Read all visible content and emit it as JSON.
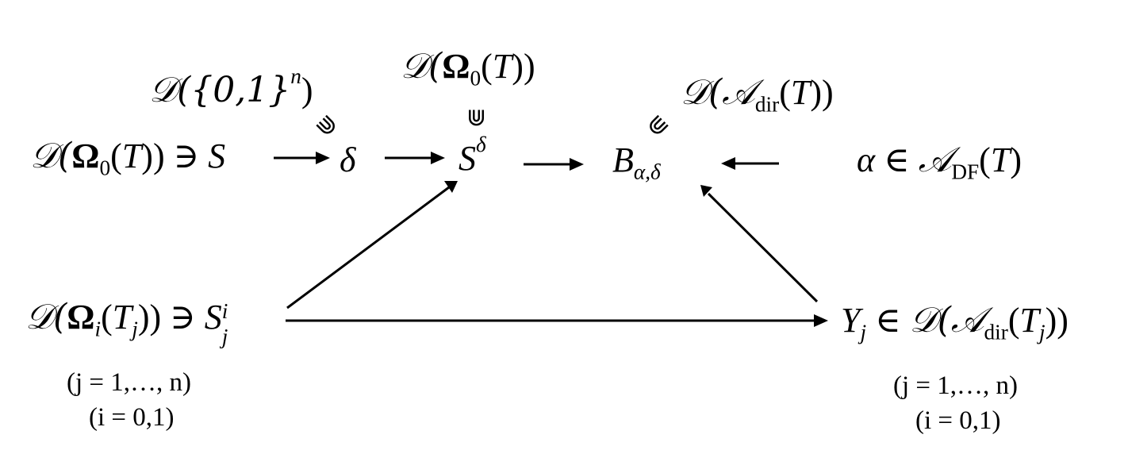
{
  "symbols": {
    "script_D": "𝒟",
    "script_A": "𝒜",
    "Omega": "Ω",
    "ni": "∋",
    "in": "∈",
    "supset": "⋓"
  },
  "nodes": {
    "set_S": {
      "prefix": "𝒟(",
      "omega": "Ω",
      "sub": "0",
      "paren": "(",
      "T": "T",
      "suffix": ")) ∋ ",
      "S": "S"
    },
    "delta": {
      "text": "δ"
    },
    "S_delta": {
      "base": "S",
      "sup": "δ"
    },
    "B": {
      "base": "B",
      "sub": "α,δ"
    },
    "alpha": {
      "a": "α",
      "in": " ∈ ",
      "A": "𝒜",
      "sub": "DF",
      "tail_open": "(",
      "T": "T",
      "tail_close": ")"
    },
    "S_i_j": {
      "prefix": "𝒟(",
      "omega": "Ω",
      "sub_i": "i",
      "paren": "(",
      "T": "T",
      "T_sub": "j",
      "suffix": ")) ∋ ",
      "S": "S",
      "S_sub": "j",
      "S_sup": "i"
    },
    "Y_j": {
      "Y": "Y",
      "Y_sub": "j",
      "in": " ∈ ",
      "prefix": "𝒟(",
      "A": "𝒜",
      "A_sub": "dir",
      "paren": "(",
      "T": "T",
      "T_sub": "j",
      "suffix": "))"
    }
  },
  "annotations": {
    "d01n": {
      "prefix": "𝒟({0,1}",
      "sup": "n",
      "suffix": ")"
    },
    "dOmega0T": {
      "prefix": "𝒟(",
      "omega": "Ω",
      "sub": "0",
      "mid": "(",
      "T": "T",
      "suffix": "))"
    },
    "dAdirT": {
      "prefix": "𝒟(",
      "A": "𝒜",
      "sub": "dir",
      "mid": "(",
      "T": "T",
      "suffix": "))"
    }
  },
  "ranges_left": {
    "line1": "(j = 1,…, n)",
    "line2": "(i = 0,1)"
  },
  "ranges_right": {
    "line1": "(j = 1,…, n)",
    "line2": "(i = 0,1)"
  },
  "colors": {
    "ink": "#000000",
    "background": "#ffffff"
  }
}
